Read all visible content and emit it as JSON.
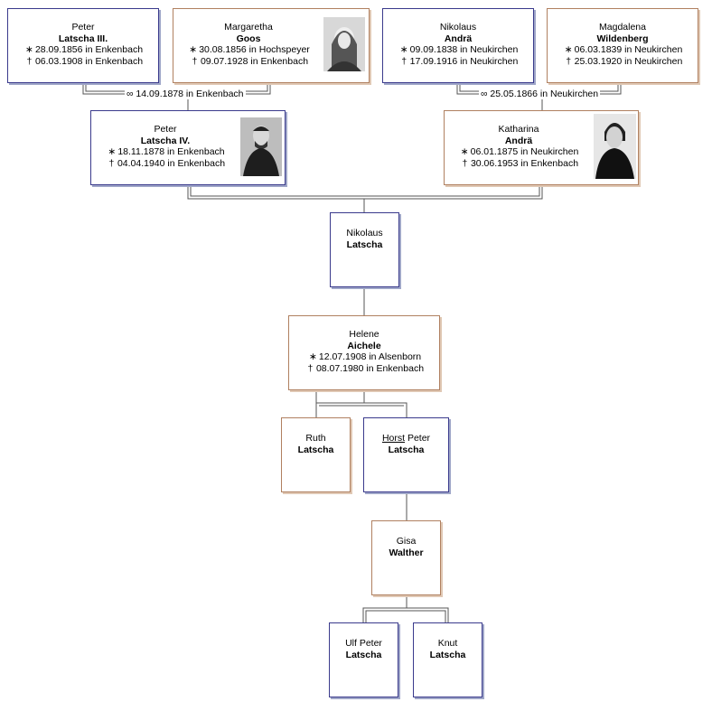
{
  "persons": {
    "p1": {
      "first": "Peter",
      "last": "Latscha III.",
      "birth": "28.09.1856 in Enkenbach",
      "death": "06.03.1908 in Enkenbach"
    },
    "p2": {
      "first": "Margaretha",
      "last": "Goos",
      "birth": "30.08.1856 in Hochspeyer",
      "death": "09.07.1928 in Enkenbach"
    },
    "p3": {
      "first": "Nikolaus",
      "last": "Andrä",
      "birth": "09.09.1838 in Neukirchen",
      "death": "17.09.1916 in Neukirchen"
    },
    "p4": {
      "first": "Magdalena",
      "last": "Wildenberg",
      "birth": "06.03.1839 in Neukirchen",
      "death": "25.03.1920 in Neukirchen"
    },
    "p5": {
      "first": "Peter",
      "last": "Latscha IV.",
      "birth": "18.11.1878 in Enkenbach",
      "death": "04.04.1940 in Enkenbach"
    },
    "p6": {
      "first": "Katharina",
      "last": "Andrä",
      "birth": "06.01.1875 in Neukirchen",
      "death": "30.06.1953 in Enkenbach"
    },
    "p7": {
      "first": "Nikolaus",
      "last": "Latscha"
    },
    "p8": {
      "first": "Helene",
      "last": "Aichele",
      "birth": "12.07.1908 in Alsenborn",
      "death": "08.07.1980 in Enkenbach"
    },
    "p9": {
      "first": "Ruth",
      "last": "Latscha"
    },
    "p10": {
      "first_underlined": "Horst",
      "first_rest": " Peter",
      "last": "Latscha"
    },
    "p11": {
      "first": "Gisa",
      "last": "Walther"
    },
    "p12": {
      "first": "Ulf Peter",
      "last": "Latscha"
    },
    "p13": {
      "first": "Knut",
      "last": "Latscha"
    }
  },
  "symbols": {
    "birth": "∗",
    "death": "†",
    "marriage": "∞"
  },
  "marriages": {
    "m1": "14.09.1878 in Enkenbach",
    "m2": "25.05.1866 in Neukirchen"
  },
  "colors": {
    "male_border": "#3a3a8c",
    "female_border": "#b08060",
    "line": "#555555"
  }
}
